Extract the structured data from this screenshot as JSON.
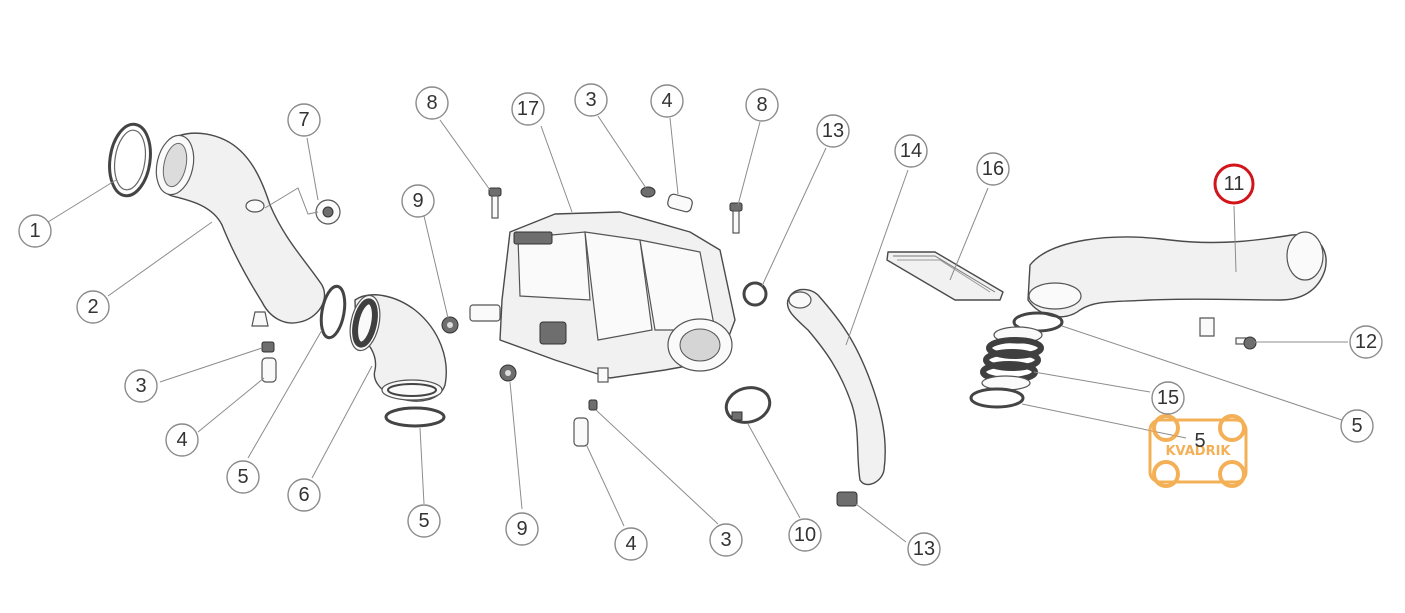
{
  "callouts": [
    {
      "id": "c1",
      "label": "1"
    },
    {
      "id": "c2",
      "label": "2"
    },
    {
      "id": "c3a",
      "label": "3"
    },
    {
      "id": "c4a",
      "label": "4"
    },
    {
      "id": "c5a",
      "label": "5"
    },
    {
      "id": "c6",
      "label": "6"
    },
    {
      "id": "c7",
      "label": "7"
    },
    {
      "id": "c5b",
      "label": "5"
    },
    {
      "id": "c9a",
      "label": "9"
    },
    {
      "id": "c8a",
      "label": "8"
    },
    {
      "id": "c17",
      "label": "17"
    },
    {
      "id": "c3b",
      "label": "3"
    },
    {
      "id": "c4b",
      "label": "4"
    },
    {
      "id": "c8b",
      "label": "8"
    },
    {
      "id": "c9b",
      "label": "9"
    },
    {
      "id": "c4c",
      "label": "4"
    },
    {
      "id": "c3c",
      "label": "3"
    },
    {
      "id": "c13a",
      "label": "13"
    },
    {
      "id": "c10",
      "label": "10"
    },
    {
      "id": "c13b",
      "label": "13"
    },
    {
      "id": "c14",
      "label": "14"
    },
    {
      "id": "c16",
      "label": "16"
    },
    {
      "id": "c11",
      "label": "11",
      "highlighted": true,
      "highlight_color": "#d2141b"
    },
    {
      "id": "c12",
      "label": "12"
    },
    {
      "id": "c15",
      "label": "15"
    },
    {
      "id": "c5c",
      "label": "5"
    },
    {
      "id": "c5d",
      "label": "5"
    }
  ],
  "watermark": {
    "text": "KVADRIK",
    "color": "#f2a33a"
  }
}
